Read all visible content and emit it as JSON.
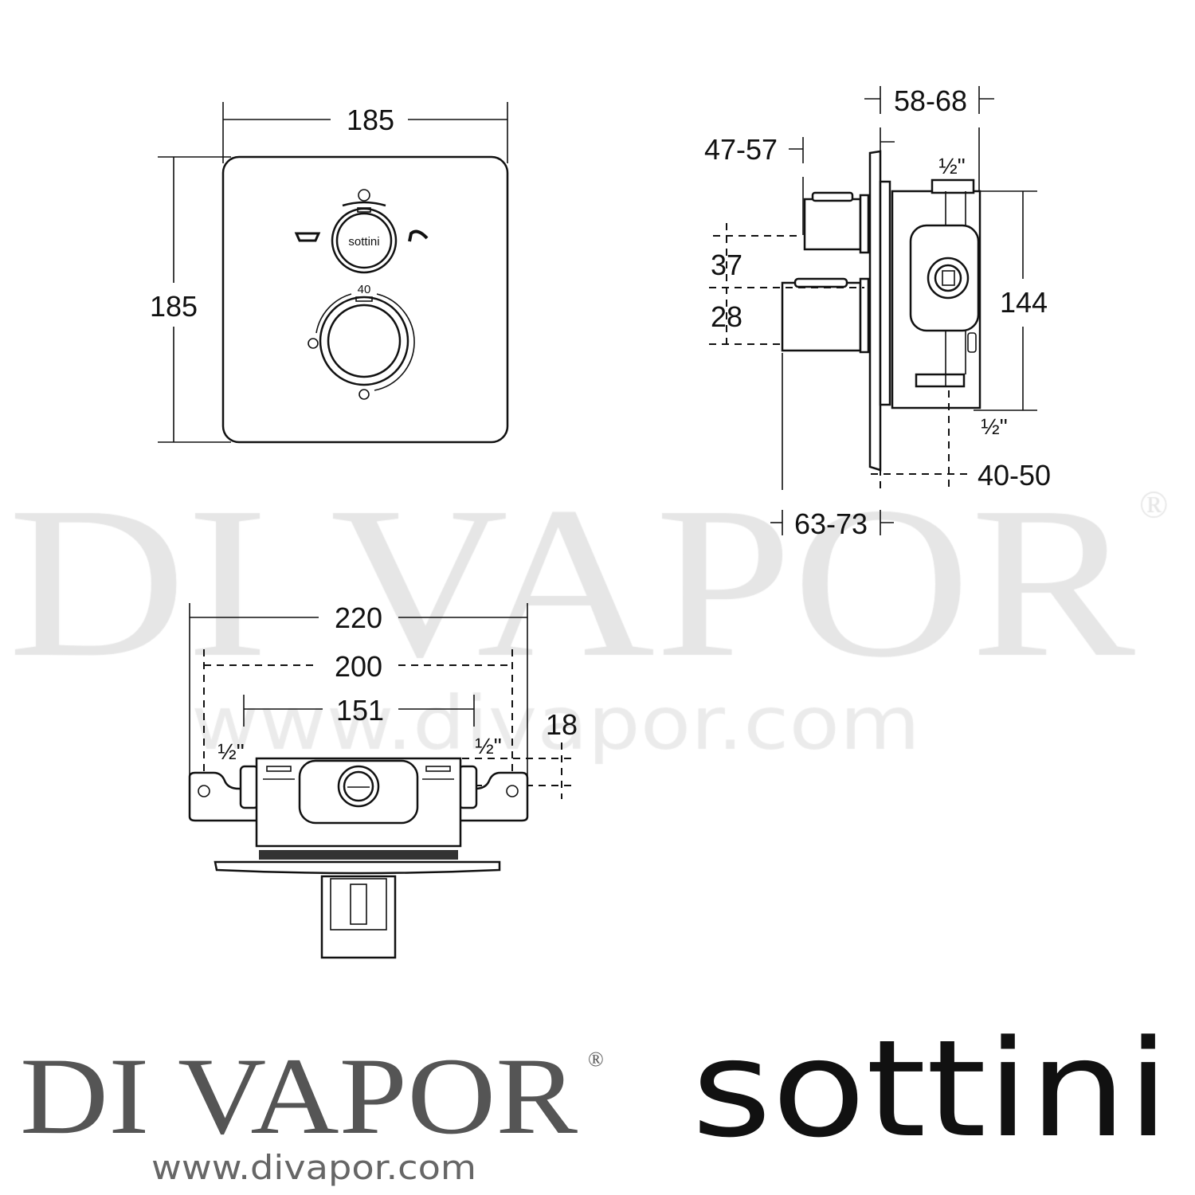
{
  "watermark": {
    "brand": "DI VAPOR",
    "registered": "®",
    "url": "www.divapor.com"
  },
  "front_view": {
    "width_label": "185",
    "height_label": "185",
    "knob_logo": "sottini",
    "temperature_label": "40",
    "icons": [
      "bath-icon",
      "shower-handset-icon"
    ]
  },
  "side_view": {
    "depth_range_top": "58-68",
    "handle_range": "47-57",
    "handle_spacing_upper": "37",
    "handle_spacing_lower": "28",
    "body_height": "144",
    "inlet_top": "½\"",
    "inlet_bottom": "½\"",
    "outlet_range": "40-50",
    "overall_range": "63-73"
  },
  "bottom_view": {
    "overall_width": "220",
    "fixing_centres": "200",
    "inlet_centres": "151",
    "inlet_left": "½\"",
    "inlet_right": "½\"",
    "offset": "18"
  },
  "footer": {
    "brand": "DI VAPOR",
    "registered": "®",
    "url": "www.divapor.com",
    "product_brand": "sottini"
  }
}
